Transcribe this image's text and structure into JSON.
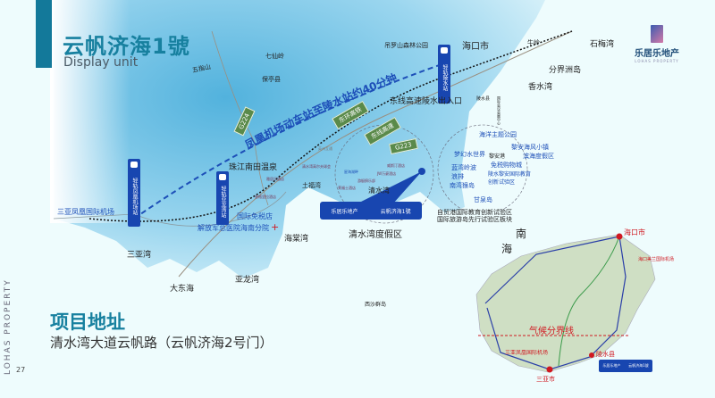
{
  "header": {
    "title": "云帆济海1號",
    "subtitle": "Display unit"
  },
  "brand": {
    "name": "乐居乐地产",
    "en": "LOHAS PROPERTY"
  },
  "side_text": "LOHAS PROPERTY",
  "page_number": "27",
  "address": {
    "title": "项目地址",
    "text": "清水湾大道云帆路（云帆济海2号门）"
  },
  "route_note": "凤凰机场动车站至陵水站约40分钟",
  "stations": [
    "轻轨凤凰机场站",
    "轻轨亚龙湾站",
    "轻轨陵水站"
  ],
  "roads": [
    "东环高铁",
    "东线高速",
    "G223",
    "G224"
  ],
  "places": {
    "wuzhishan": "五指山",
    "qixianling": "七仙岭",
    "baoting": "保亭县",
    "diaoluoshan": "吊罗山森林公园",
    "haikou": "海口市",
    "niuling": "牛岭",
    "shimeiwan": "石梅湾",
    "fenjiezhou": "分界洲岛",
    "xiangshuiwan": "香水湾",
    "exit": "东线高速陵水出入口",
    "lingshuixian": "陵水县",
    "huiyi": "国际会议会展中心",
    "ocean_park": "海洋主题公园",
    "lian_town": "黎安海风小镇",
    "binhai": "滨海度假区",
    "dream": "梦幻水世界",
    "lanwan": "蓝湾岭波浪排",
    "lianbay": "黎安港",
    "dutyfree_city": "免税购物城",
    "edu": "陵水黎安国际教育创新试验区",
    "nanwan": "南湾猴岛",
    "ganqiu": "甘泉岛",
    "zhujiang": "珠江南田温泉",
    "sanya_airport": "三亚凤凰国际机场",
    "dutyfree": "国际免税店",
    "hospital": "解放军总医院海南分院",
    "sanyawan": "三亚湾",
    "dadonghai": "大东海",
    "yalongwan": "亚龙湾",
    "haitangwan": "海棠湾",
    "tufuwan": "土福湾",
    "qingshuiwan": "清水湾",
    "resort": "清水湾度假区",
    "xisha": "西沙群岛",
    "edu_zone": "自贸港国际教育创新试验区",
    "tour_zone": "国际旅游岛先行试验区板块",
    "yingzhou": "英州互通",
    "golf": "清水湾高尔夫球会",
    "xinghai": "星海湖畔",
    "jw": "JW万豪酒店",
    "youting": "游艇俱乐部",
    "laifushi": "莱福士酒店",
    "weisiting": "威斯汀酒店",
    "hotel1": "雅居乐酒店",
    "hotel2": "香格里拉酒店"
  },
  "project_label": {
    "dev": "乐居乐地产",
    "proj": "云帆济海1號"
  },
  "inset": {
    "sea": [
      "南",
      "海"
    ],
    "haikou": "海口市",
    "meilan": "海口美兰国际机场",
    "climate": "气候分界线",
    "sanya_airport": "三亚凤凰国际机场",
    "sanya": "三亚市",
    "lingshui": "陵水县"
  },
  "colors": {
    "accent": "#17809f",
    "route": "#1d4fb8",
    "road": "#5a8a4a",
    "inset_land": "#cfdfc4",
    "marker": "#d01820"
  }
}
